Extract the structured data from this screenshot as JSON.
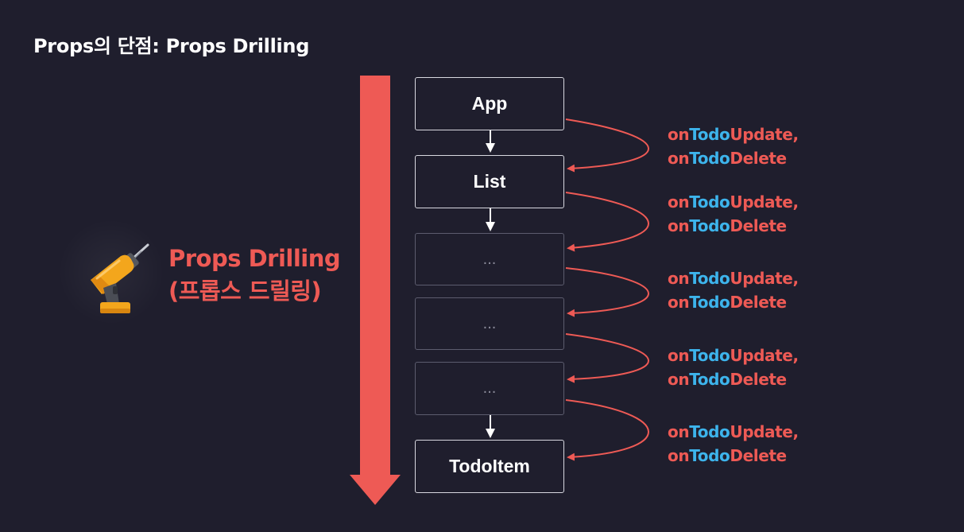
{
  "title": "Props의 단점: Props Drilling",
  "drill": {
    "line1": "Props Drilling",
    "line2": "(프롭스 드릴링)",
    "icon": "drill-icon"
  },
  "nodes": [
    {
      "label": "App"
    },
    {
      "label": "List"
    },
    {
      "label": "..."
    },
    {
      "label": "..."
    },
    {
      "label": "..."
    },
    {
      "label": "TodoItem"
    }
  ],
  "props": [
    {
      "a": "on",
      "b": "Todo",
      "c": "Update,",
      "d": "on",
      "e": "Todo",
      "f": "Delete"
    },
    {
      "a": "on",
      "b": "Todo",
      "c": "Update,",
      "d": "on",
      "e": "Todo",
      "f": "Delete"
    },
    {
      "a": "on",
      "b": "Todo",
      "c": "Update,",
      "d": "on",
      "e": "Todo",
      "f": "Delete"
    },
    {
      "a": "on",
      "b": "Todo",
      "c": "Update,",
      "d": "on",
      "e": "Todo",
      "f": "Delete"
    },
    {
      "a": "on",
      "b": "Todo",
      "c": "Update,",
      "d": "on",
      "e": "Todo",
      "f": "Delete"
    }
  ],
  "colors": {
    "background": "#1f1e2d",
    "accent_red": "#ee5a55",
    "accent_blue": "#3db4ec",
    "box_border": "#d8d8e0",
    "box_border_dim": "#5c5c6e"
  }
}
